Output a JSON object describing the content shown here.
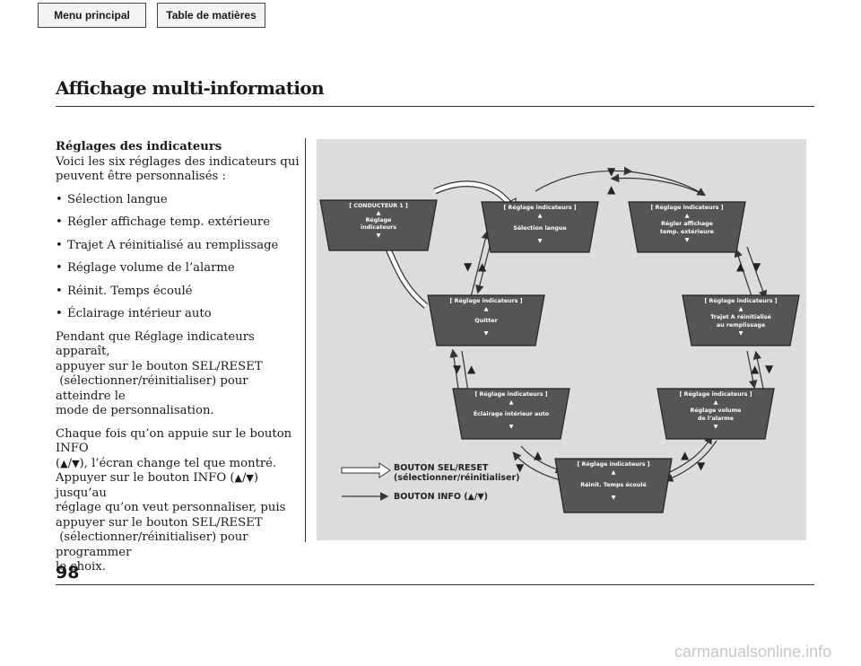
{
  "nav": {
    "menu": "Menu principal",
    "toc": "Table de matières"
  },
  "title": "Affichage multi-information",
  "body": {
    "heading": "Réglages des indicateurs",
    "intro": "Voici les six réglages des indicateurs qui peuvent être personnalisés :",
    "bullets": [
      "Sélection langue",
      "Régler affichage temp. extérieure",
      "Trajet A réinitialisé au remplissage",
      "Réglage volume de l’alarme",
      "Réinit. Temps écoulé",
      "Éclairage intérieur auto"
    ],
    "para1_l1": "Pendant que Réglage indicateurs apparaît,",
    "para1_l2": "appuyer sur le bouton SEL/RESET",
    "para1_l3": "(sélectionner/réinitialiser) pour atteindre le",
    "para1_l4": "mode de personnalisation.",
    "para2_l1": "Chaque fois qu’on appuie sur le bouton INFO",
    "para2_l2": "), l’écran change tel que montré.",
    "para2_l3": "Appuyer sur le bouton INFO (",
    "para2_l3b": ") jusqu’au",
    "para2_l4": "réglage qu’on veut personnaliser, puis",
    "para2_l5": "appuyer sur le bouton SEL/RESET",
    "para2_l6": "(sélectionner/réinitialiser) pour programmer",
    "para2_l7": "le choix."
  },
  "diagram": {
    "screens": [
      {
        "header": "[ CONDUCTEUR 1 ]",
        "l1": "Réglage",
        "l2": "indicateurs"
      },
      {
        "header": "[ Réglage indicateurs ]",
        "l1": "Sélection langue",
        "l2": ""
      },
      {
        "header": "[ Réglage indicateurs ]",
        "l1": "Régler affichage",
        "l2": "temp. extérieure"
      },
      {
        "header": "[ Réglage indicateurs ]",
        "l1": "Quitter",
        "l2": ""
      },
      {
        "header": "[ Réglage indicateurs ]",
        "l1": "Trajet A réinitialisé",
        "l2": "au remplissage"
      },
      {
        "header": "[ Réglage indicateurs ]",
        "l1": "Éclairage intérieur auto",
        "l2": ""
      },
      {
        "header": "[ Réglage indicateurs ]",
        "l1": "Réglage volume",
        "l2": "de l’alarme"
      },
      {
        "header": "[ Réglage indicateurs ]",
        "l1": "Réinit. Temps écoulé",
        "l2": ""
      }
    ],
    "legend_sel_1": "BOUTON SEL/RESET",
    "legend_sel_2": "(sélectionner/réinitialiser)",
    "legend_info": "BOUTON INFO (▲/▼)"
  },
  "page_number": "98",
  "watermark": "carmanualsonline.info"
}
